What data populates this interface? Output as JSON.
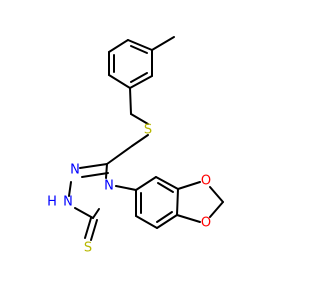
{
  "molecule": {
    "atoms": {
      "S_thioether": "S",
      "N2": "N",
      "N1H": "H",
      "N1": "N",
      "N4": "N",
      "S_thione": "S",
      "O1": "O",
      "O2": "O"
    }
  },
  "colors": {
    "bond": "#000000",
    "sulfur": "#b8b800",
    "nitrogen": "#0000ff",
    "oxygen": "#ff0000",
    "background": "#ffffff"
  }
}
